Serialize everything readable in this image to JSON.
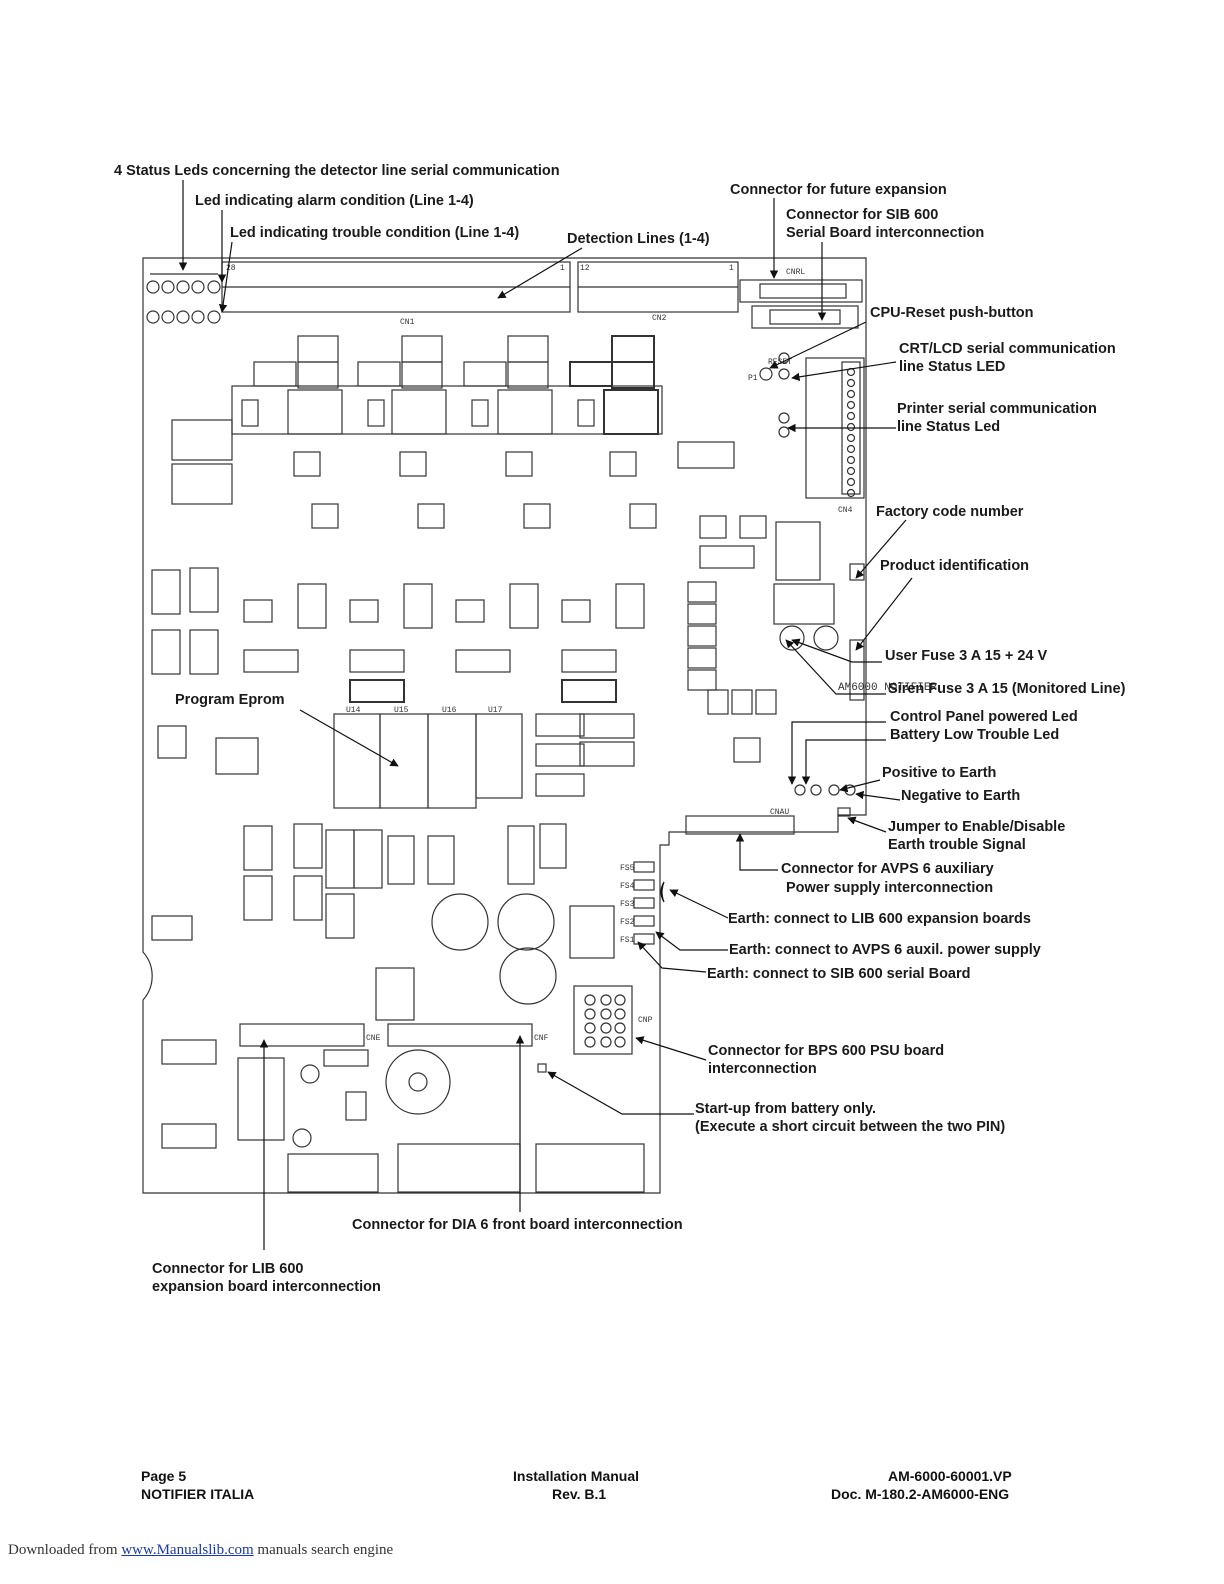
{
  "labels": {
    "status_leds": "4 Status Leds concerning the detector line serial communication",
    "led_alarm": "Led indicating alarm condition (Line 1-4)",
    "led_trouble": "Led indicating trouble condition (Line 1-4)",
    "detection_lines": "Detection Lines (1-4)",
    "future_expansion": "Connector for future expansion",
    "sib600_l1": "Connector for SIB 600",
    "sib600_l2": "Serial Board interconnection",
    "cpu_reset": "CPU-Reset push-button",
    "crt_l1": "CRT/LCD serial communication",
    "crt_l2": "line Status LED",
    "printer_l1": "Printer serial communication",
    "printer_l2": "line Status Led",
    "factory_code": "Factory code number",
    "product_id": "Product identification",
    "user_fuse": "User Fuse 3 A 15 + 24 V",
    "siren_fuse": "Siren Fuse 3 A 15 (Monitored Line)",
    "cp_powered": "Control Panel powered Led",
    "battery_low": "Battery Low Trouble Led",
    "positive_earth": "Positive to Earth",
    "negative_earth": "Negative to Earth",
    "jumper_l1": "Jumper to Enable/Disable",
    "jumper_l2": "Earth trouble Signal",
    "program_eprom": "Program Eprom",
    "avps_l1": "Connector for AVPS 6 auxiliary",
    "avps_l2": "Power supply interconnection",
    "earth_lib": "Earth: connect to LIB 600 expansion boards",
    "earth_avps": "Earth: connect to AVPS 6 auxil. power supply",
    "earth_sib": "Earth: connect to SIB 600 serial Board",
    "bps_l1": "Connector for BPS 600 PSU board",
    "bps_l2": "interconnection",
    "startup_l1": "Start-up from battery only.",
    "startup_l2": "(Execute a short circuit between the two PIN)",
    "dia6": "Connector for DIA 6 front board interconnection",
    "lib600_l1": "Connector for LIB 600",
    "lib600_l2": "expansion board interconnection"
  },
  "board_marks": {
    "cn1": "CN1",
    "cn2": "CN2",
    "cn4": "CN4",
    "cnrl": "CNRL",
    "cne": "CNE",
    "cnf": "CNF",
    "cnp": "CNP",
    "cnau": "CNAU",
    "pin_28": "28",
    "pin_12": "12",
    "pin_1": "1",
    "board_name": "AM6000 NOTIFIER",
    "u14": "U14",
    "u15": "U15",
    "u16": "U16",
    "u17": "U17",
    "fs1": "FS1",
    "fs2": "FS2",
    "fs3": "FS3",
    "fs4": "FS4",
    "fs5": "FS5",
    "p1": "P1",
    "reset": "RESET"
  },
  "footer": {
    "page": "Page 5",
    "company": "NOTIFIER ITALIA",
    "manual": "Installation Manual",
    "rev": "Rev. B.1",
    "code": "AM-6000-60001.VP",
    "doc": "Doc. M-180.2-AM6000-ENG"
  },
  "download": {
    "prefix": "Downloaded from",
    "link": "www.Manualslib.com",
    "suffix": "manuals search engine"
  }
}
